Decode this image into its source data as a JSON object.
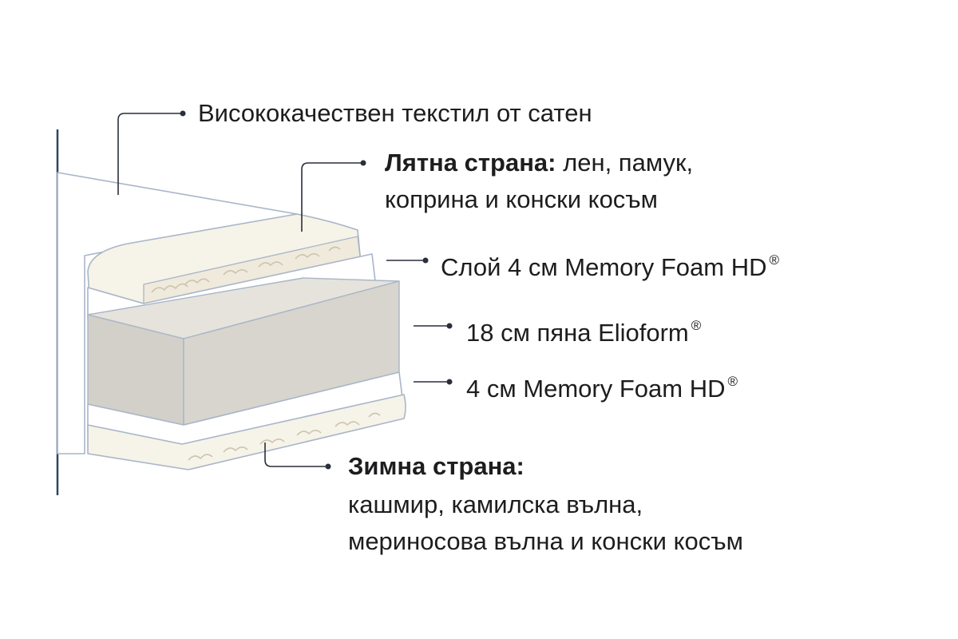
{
  "labels": {
    "textile": "Висококачествен текстил от сатен",
    "summer_title": "Лятна страна:",
    "summer_line1": "лен, памук,",
    "summer_line2": "коприна и конски косъм",
    "memory_top": "Слой 4 см Memory Foam HD",
    "elioform": "18 см пяна Elioform",
    "memory_bottom": "4 см Memory Foam HD",
    "registered_mark": "®",
    "winter_title": "Зимна страна:",
    "winter_line1": "кашмир, камилска вълна,",
    "winter_line2": "мериносова вълна и конски косъм"
  },
  "colors": {
    "outline": "#a9b5c8",
    "leader_line": "#2a2f3a",
    "edge_line": "#2f4560",
    "fibre_layer": "#f6f3e8",
    "foam_layer": "#ffffff",
    "core_front": "#d7d5cd",
    "core_side": "#e5e3dc",
    "text": "#1d1d1f"
  }
}
